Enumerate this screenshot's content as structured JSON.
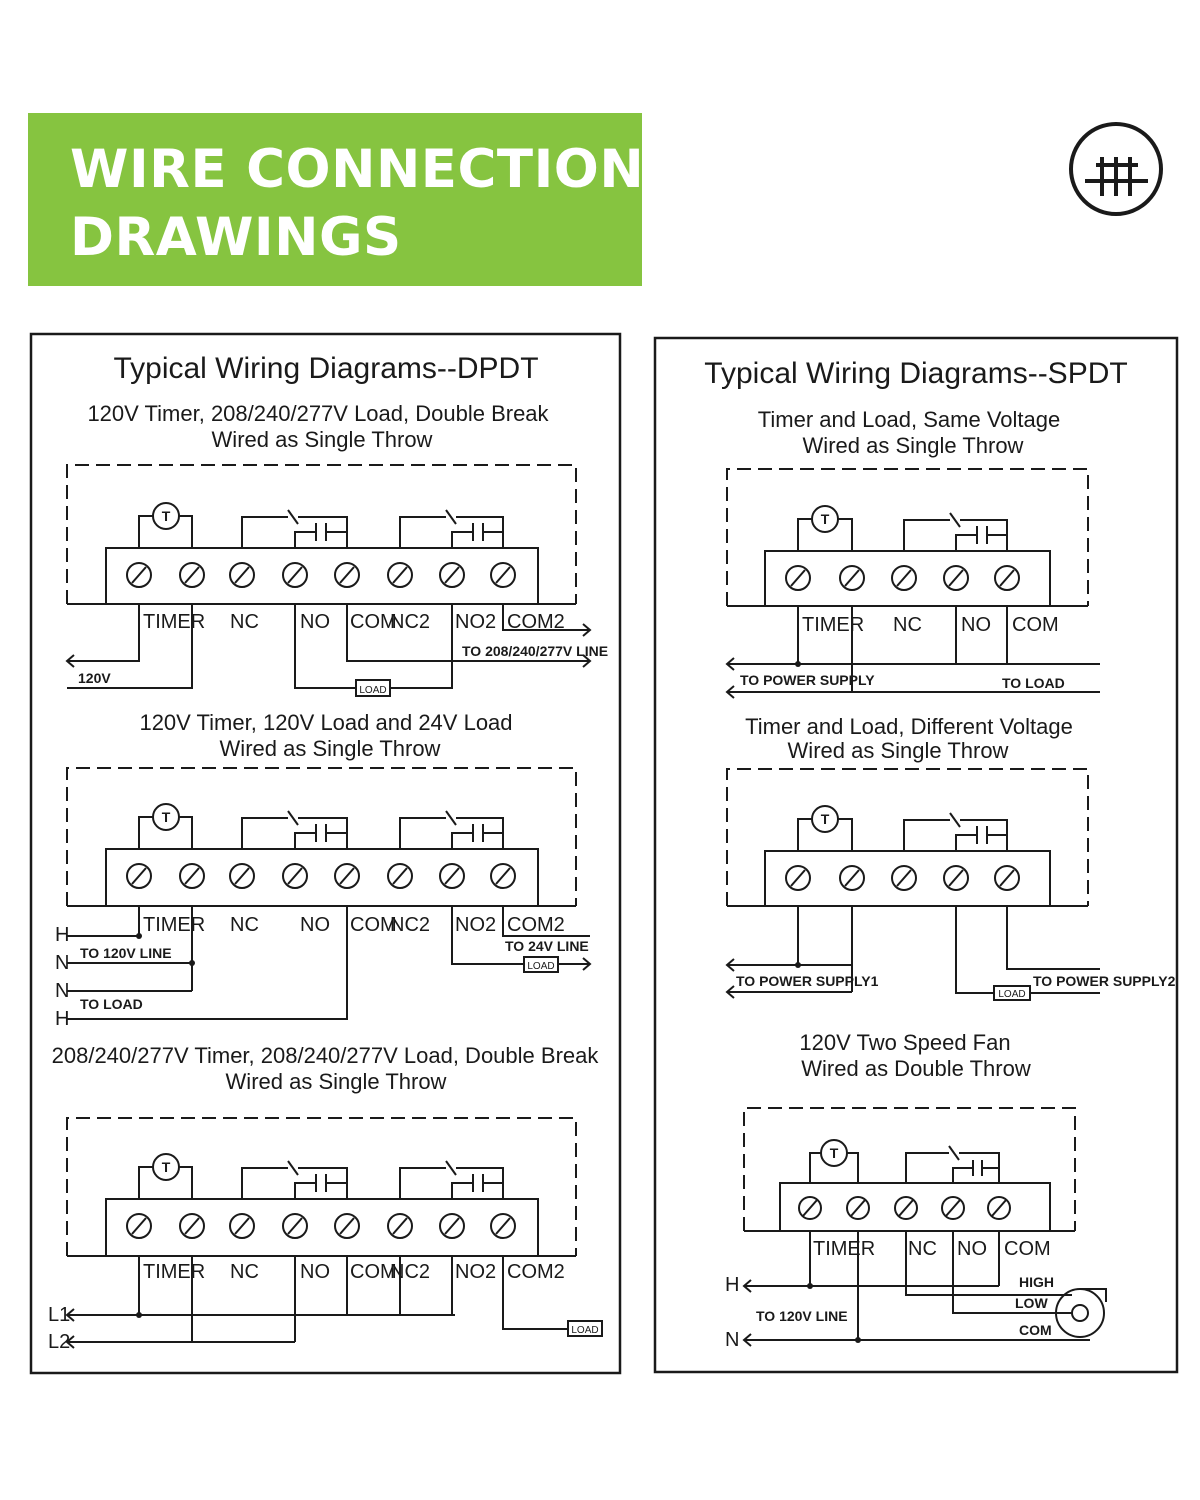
{
  "header": {
    "title_line1": "WIRE CONNECTION",
    "title_line2": "DRAWINGS",
    "logo_icon": "switch-contacts-logo-icon",
    "accent_color": "#86c440"
  },
  "dpdt": {
    "title": "Typical Wiring Diagrams--DPDT",
    "terminals": [
      "TIMER",
      "NC",
      "NO",
      "COM",
      "NC2",
      "NO2",
      "COM2"
    ],
    "timer_symbol": "T",
    "d1": {
      "sub1": "120V Timer, 208/240/277V Load, Double Break",
      "sub2": "Wired as Single Throw",
      "line_label": "TO 208/240/277V LINE",
      "supply_label": "120V",
      "load_label": "LOAD"
    },
    "d2": {
      "sub1": "120V Timer, 120V Load and 24V Load",
      "sub2": "Wired as Single Throw",
      "lines": [
        "H",
        "N",
        "N",
        "H"
      ],
      "line_label": "TO 120V LINE",
      "load_label_text": "TO LOAD",
      "line24_label": "TO 24V LINE",
      "load_label": "LOAD"
    },
    "d3": {
      "sub1": "208/240/277V Timer, 208/240/277V Load, Double Break",
      "sub2": "Wired as Single Throw",
      "lines": [
        "L1",
        "L2"
      ],
      "load_label": "LOAD"
    }
  },
  "spdt": {
    "title": "Typical Wiring Diagrams--SPDT",
    "terminals": [
      "TIMER",
      "NC",
      "NO",
      "COM"
    ],
    "timer_symbol": "T",
    "s1": {
      "sub1": "Timer and Load, Same Voltage",
      "sub2": "Wired as Single Throw",
      "supply_label": "TO POWER SUPPLY",
      "load_label": "TO LOAD"
    },
    "s2": {
      "sub1": "Timer and Load, Different Voltage",
      "sub2": "Wired as Single Throw",
      "supply1_label": "TO POWER SUPPLY1",
      "supply2_label": "TO POWER SUPPLY2",
      "load_label": "LOAD"
    },
    "s3": {
      "sub1": "120V Two Speed Fan",
      "sub2": "Wired as Double Throw",
      "lines": [
        "H",
        "N"
      ],
      "line_label": "TO 120V LINE",
      "fan_labels": [
        "HIGH",
        "LOW",
        "COM"
      ],
      "fan_icon": "fan-motor-icon"
    }
  }
}
